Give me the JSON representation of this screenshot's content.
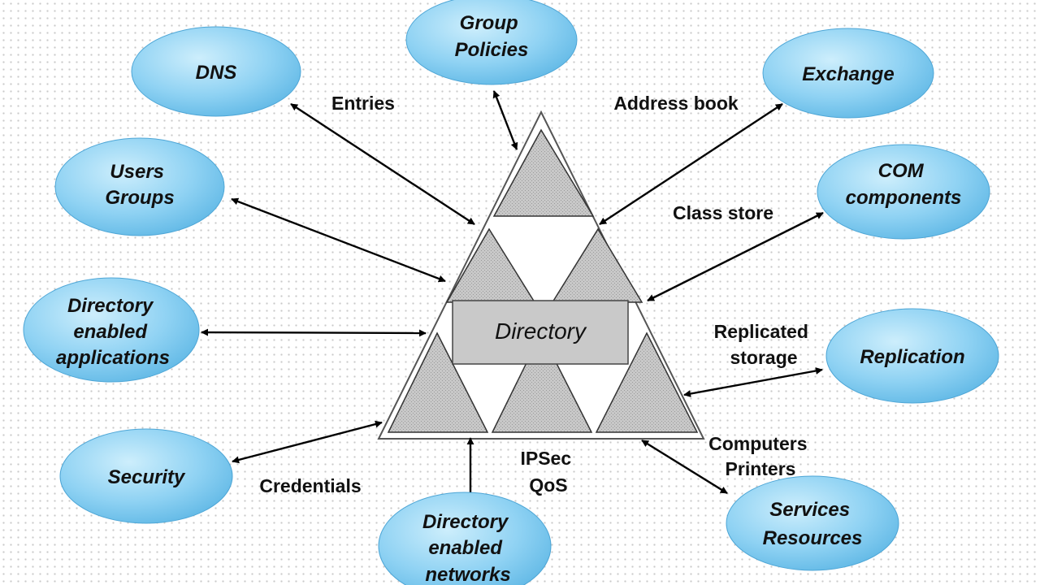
{
  "nodes": {
    "group_policies": [
      "Group",
      "Policies"
    ],
    "dns": [
      "DNS"
    ],
    "exchange": [
      "Exchange"
    ],
    "users_groups": [
      "Users",
      "Groups"
    ],
    "com_components": [
      "COM",
      "components"
    ],
    "directory_enabled_applications": [
      "Directory",
      "enabled",
      "applications"
    ],
    "replication": [
      "Replication"
    ],
    "security": [
      "Security"
    ],
    "directory_enabled_networks": [
      "Directory",
      "enabled",
      "networks"
    ],
    "services_resources": [
      "Services",
      "Resources"
    ]
  },
  "center_label": "Directory",
  "edge_labels": {
    "entries": [
      "Entries"
    ],
    "address_book": [
      "Address book"
    ],
    "class_store": [
      "Class store"
    ],
    "replicated_storage": [
      "Replicated",
      "storage"
    ],
    "credentials": [
      "Credentials"
    ],
    "ipsec_qos": [
      "IPSec",
      "QoS"
    ],
    "computers_printers": [
      "Computers",
      "Printers"
    ]
  },
  "colors": {
    "ellipse_fill": "#7ecbf0",
    "ellipse_highlight": "#cdeefc",
    "triangle_fill": "#c8c8c8",
    "directory_box_fill": "#c9c9c9",
    "line": "#000000",
    "text": "#111111"
  }
}
